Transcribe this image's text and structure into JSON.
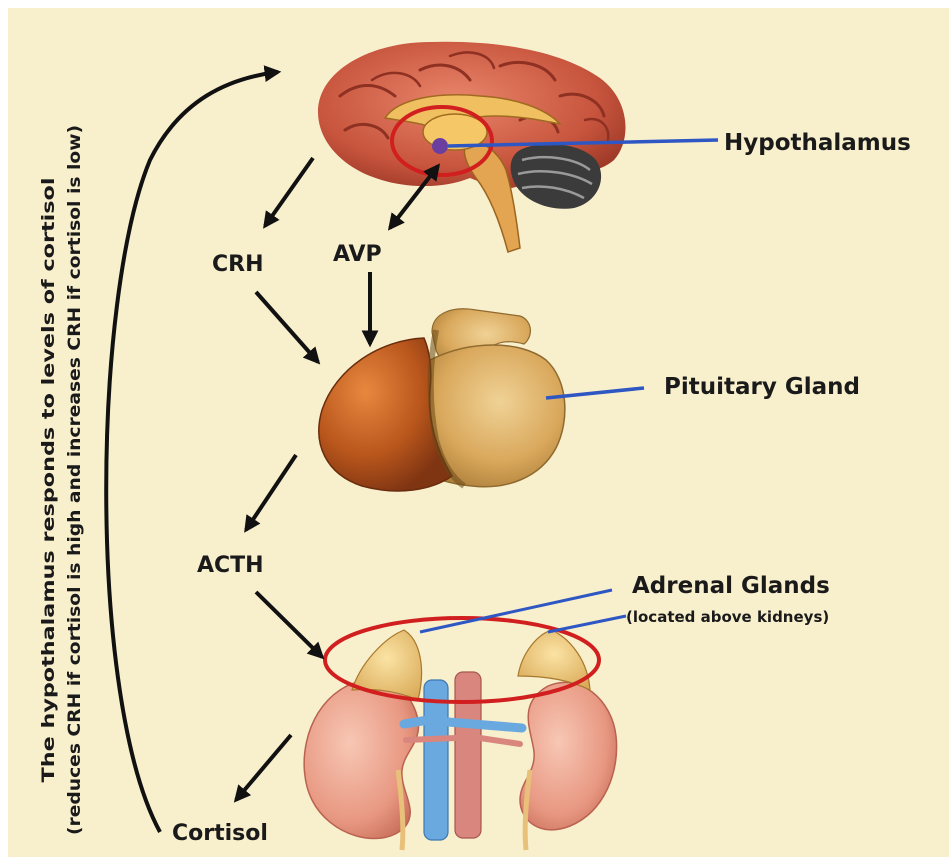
{
  "labels": {
    "hypothalamus": "Hypothalamus",
    "pituitary": "Pituitary Gland",
    "adrenal": "Adrenal Glands",
    "adrenal_note": "(located above kidneys)",
    "crh": "CRH",
    "avp": "AVP",
    "acth": "ACTH",
    "cortisol": "Cortisol"
  },
  "feedback_note": {
    "line1": "The hypothalamus responds to levels of cortisol",
    "line2": "(reduces CRH if cortisol is high and increases CRH if cortisol is low)"
  },
  "colors": {
    "background": "#f8efcd",
    "pointer_line": "#2e57c4",
    "highlight_ring": "#d11f1f",
    "arrow": "#111111"
  }
}
